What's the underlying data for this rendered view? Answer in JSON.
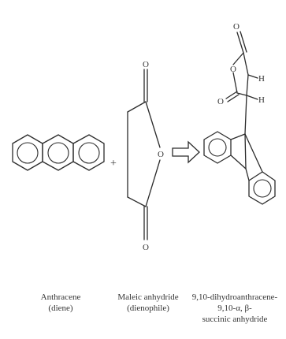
{
  "reactants": {
    "anthracene": {
      "name": "Anthracene",
      "role": "(diene)"
    },
    "maleic_anhydride": {
      "name": "Maleic anhydride",
      "role": "(dienophile)"
    }
  },
  "product": {
    "name_line1": "9,10-dihydroanthracene-9,10-α, β-",
    "name_line2": "succinic anhydride"
  },
  "operators": {
    "plus": "+"
  },
  "atoms": {
    "oxygen": "O",
    "hydrogen": "H"
  }
}
